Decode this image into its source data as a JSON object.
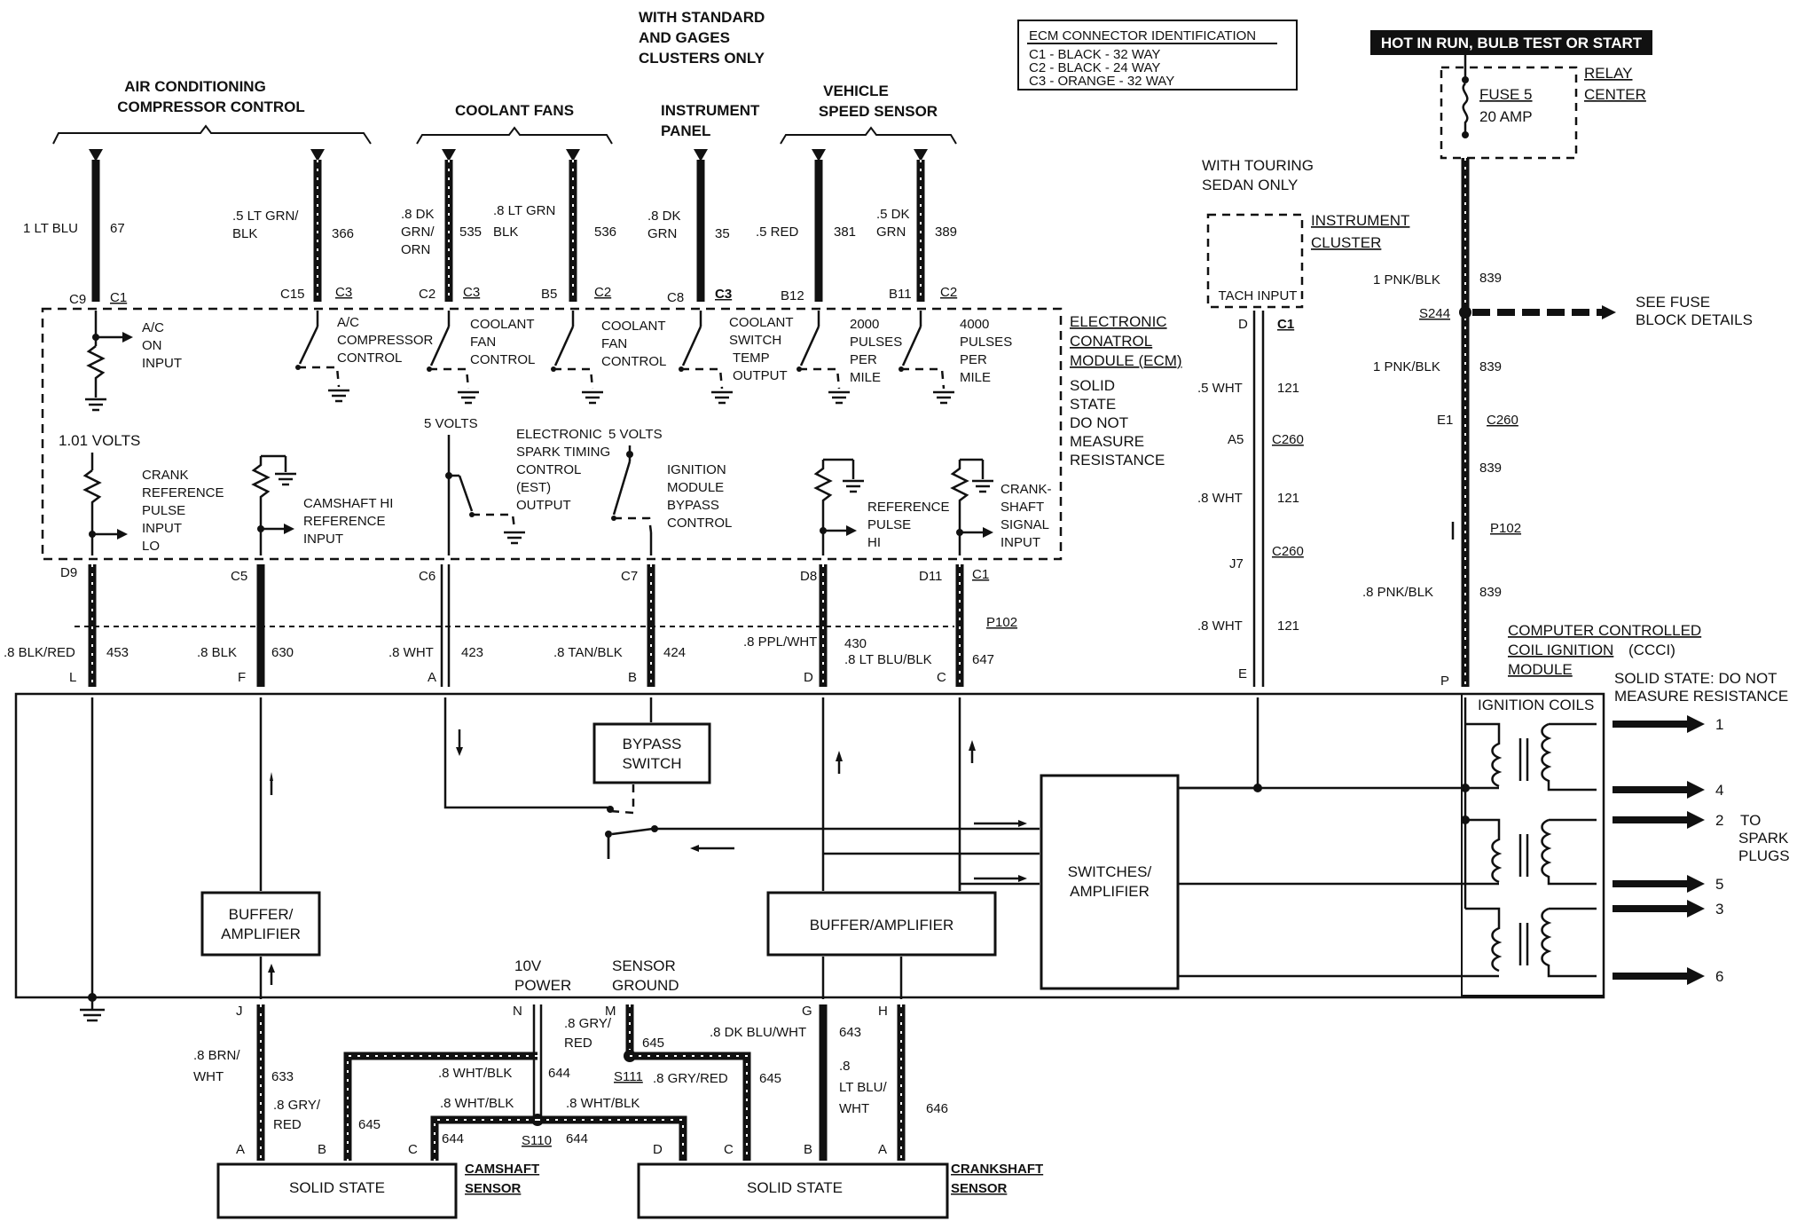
{
  "headers": {
    "ac": [
      "AIR CONDITIONING",
      "COMPRESSOR CONTROL"
    ],
    "coolant": "COOLANT FANS",
    "std_gages": [
      "WITH STANDARD",
      "AND GAGES",
      "CLUSTERS ONLY"
    ],
    "ip": [
      "INSTRUMENT",
      "PANEL"
    ],
    "vss": [
      "VEHICLE",
      "SPEED SENSOR"
    ],
    "hot_in_run": "HOT IN RUN, BULB TEST OR START",
    "touring": [
      "WITH TOURING",
      "SEDAN ONLY"
    ]
  },
  "ecm_id": {
    "title": "ECM CONNECTOR IDENTIFICATION",
    "lines": [
      "C1 - BLACK - 32 WAY",
      "C2 - BLACK - 24 WAY",
      "C3 - ORANGE - 32 WAY"
    ]
  },
  "relay": {
    "fuse": "FUSE 5",
    "amps": "20 AMP",
    "center": [
      "RELAY",
      "CENTER"
    ]
  },
  "top_wires": [
    {
      "size_color": [
        "1 LT BLU"
      ],
      "circuit": "67",
      "pin": "C9",
      "conn": "C1"
    },
    {
      "size_color": [
        ".5 LT GRN/",
        "BLK"
      ],
      "circuit": "366",
      "pin": "C15",
      "conn": "C3"
    },
    {
      "size_color": [
        ".8 DK",
        "GRN/",
        "ORN"
      ],
      "circuit": "535",
      "pin": "C2",
      "conn": "C3"
    },
    {
      "size_color": [
        ".8 LT GRN",
        "BLK"
      ],
      "circuit": "536",
      "pin": "B5",
      "conn": "C2"
    },
    {
      "size_color": [
        ".8 DK",
        "GRN"
      ],
      "circuit": "35",
      "pin": "C8",
      "conn": "C3"
    },
    {
      "size_color": [
        ".5 RED"
      ],
      "circuit": "381",
      "pin": "B12",
      "conn": ""
    },
    {
      "size_color": [
        ".5 DK",
        "GRN"
      ],
      "circuit": "389",
      "pin": "B11",
      "conn": "C2"
    }
  ],
  "ecm": {
    "name": [
      "ELECTRONIC",
      "CONATROL",
      "MODULE (ECM)"
    ],
    "note": [
      "SOLID",
      "STATE",
      "DO NOT",
      "MEASURE",
      "RESISTANCE"
    ],
    "funcs": {
      "ac_on": [
        "A/C",
        "ON",
        "INPUT"
      ],
      "ac_comp": [
        "A/C",
        "COMPRESSOR",
        "CONTROL"
      ],
      "cf1": [
        "COOLANT",
        "FAN",
        "CONTROL"
      ],
      "cf2": [
        "COOLANT",
        "FAN",
        "CONTROL"
      ],
      "cst": [
        "COOLANT",
        "SWITCH",
        "TEMP",
        "OUTPUT"
      ],
      "p2000": [
        "2000",
        "PULSES",
        "PER",
        "MILE"
      ],
      "p4000": [
        "4000",
        "PULSES",
        "PER",
        "MILE"
      ],
      "v101": "1.01 VOLTS",
      "v5a": "5 VOLTS",
      "v5b": "5 VOLTS",
      "crank_lo": [
        "CRANK",
        "REFERENCE",
        "PULSE",
        "INPUT",
        "LO"
      ],
      "cam_hi": [
        "CAMSHAFT HI",
        "REFERENCE",
        "INPUT"
      ],
      "est": [
        "ELECTRONIC",
        "SPARK TIMING",
        "CONTROL",
        "(EST)",
        "OUTPUT"
      ],
      "imbc": [
        "IGNITION",
        "MODULE",
        "BYPASS",
        "CONTROL"
      ],
      "ref_hi": [
        "REFERENCE",
        "PULSE",
        "HI"
      ],
      "crank_sig": [
        "CRANK-",
        "SHAFT",
        "SIGNAL",
        "INPUT"
      ]
    }
  },
  "bottom_pins": [
    {
      "pin": "D9",
      "conn": "",
      "wire": ".8 BLK/RED",
      "circuit": "453",
      "ccci": "L"
    },
    {
      "pin": "C5",
      "conn": "",
      "wire": ".8 BLK",
      "circuit": "630",
      "ccci": "F"
    },
    {
      "pin": "C6",
      "conn": "",
      "wire": ".8 WHT",
      "circuit": "423",
      "ccci": "A"
    },
    {
      "pin": "C7",
      "conn": "",
      "wire": ".8 TAN/BLK",
      "circuit": "424",
      "ccci": "B"
    },
    {
      "pin": "D8",
      "conn": "",
      "wire": ".8 PPL/WHT",
      "circuit": "430",
      "ccci": "D"
    },
    {
      "pin": "D11",
      "conn": "C1",
      "wire": ".8 LT BLU/BLK",
      "circuit": "647",
      "ccci": "C"
    }
  ],
  "p102": "P102",
  "cluster": {
    "name": [
      "INSTRUMENT",
      "CLUSTER"
    ],
    "tach": "TACH INPUT",
    "pin": "D",
    "conn": "C1",
    "wires": [
      {
        "label": ".5 WHT",
        "circuit": "121"
      },
      {
        "label": ".8 WHT",
        "circuit": "121"
      },
      {
        "label": ".8 WHT",
        "circuit": "121"
      }
    ],
    "a5": "A5",
    "j7": "J7",
    "c260": "C260",
    "e": "E"
  },
  "power": {
    "w1": "1 PNK/BLK",
    "c1": "839",
    "s244": "S244",
    "see_fuse": [
      "SEE FUSE",
      "BLOCK DETAILS"
    ],
    "w2": "1 PNK/BLK",
    "c2": "839",
    "e1": "E1",
    "c260": "C260",
    "c3": "839",
    "p102": "P102",
    "w4": ".8 PNK/BLK",
    "c4": "839",
    "p": "P"
  },
  "ccci": {
    "name": [
      "COMPUTER CONTROLLED",
      "COIL IGNITION",
      "MODULE"
    ],
    "abbr": "(CCCI)",
    "note": [
      "SOLID STATE:  DO NOT",
      "MEASURE RESISTANCE"
    ],
    "coils": "IGNITION COILS",
    "outputs": [
      "1",
      "4",
      "2",
      "5",
      "3",
      "6"
    ],
    "to_plugs": [
      "TO",
      "SPARK",
      "PLUGS"
    ],
    "bypass": [
      "BYPASS",
      "SWITCH"
    ],
    "buffer_left": [
      "BUFFER/",
      "AMPLIFIER"
    ],
    "buffer_mid": "BUFFER/AMPLIFIER",
    "switches": [
      "SWITCHES/",
      "AMPLIFIER"
    ]
  },
  "lower": {
    "j": "J",
    "n": "N",
    "m": "M",
    "g": "G",
    "h": "H",
    "power_10v": [
      "10V",
      "POWER"
    ],
    "sensor_gnd": [
      "SENSOR",
      "GROUND"
    ],
    "w633": [
      ".8 BRN/",
      "WHT"
    ],
    "c633": "633",
    "w645a": [
      ".8 GRY/",
      "RED"
    ],
    "c645a": "645",
    "w644a": ".8 WHT/BLK",
    "c644a": "644",
    "w645b": [
      ".8 GRY/",
      "RED"
    ],
    "c645b": "645",
    "s111": "S111",
    "w645c": ".8 GRY/RED",
    "c645c": "645",
    "w643": ".8 DK BLU/WHT",
    "c643": "643",
    "w646": [
      ".8",
      "LT BLU/",
      "WHT"
    ],
    "c646": "646",
    "w644b": ".8 WHT/BLK",
    "w644c": ".8 WHT/BLK",
    "c644b": "644",
    "c644c": "644",
    "s110": "S110",
    "cam_pins": [
      "A",
      "B",
      "C"
    ],
    "crank_pins": [
      "D",
      "C",
      "B",
      "A"
    ],
    "solid_state": "SOLID STATE",
    "cam_name": [
      "CAMSHAFT",
      "SENSOR"
    ],
    "crank_name": [
      "CRANKSHAFT",
      "SENSOR"
    ]
  }
}
